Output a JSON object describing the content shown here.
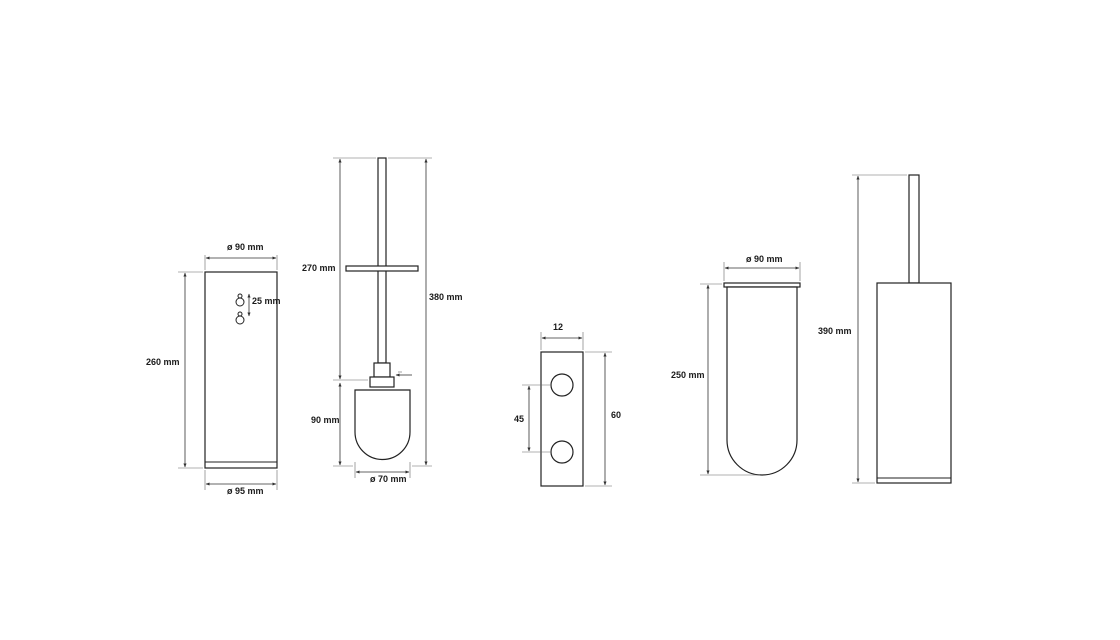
{
  "holder_front": {
    "diameter_top": "ø 90 mm",
    "hole_spacing": "25 mm",
    "height": "260 mm",
    "diameter_bottom": "ø 95 mm"
  },
  "brush": {
    "handle_length": "270 mm",
    "total_length": "380 mm",
    "head_height": "90 mm",
    "head_diameter": "ø 70 mm"
  },
  "bracket": {
    "width": "12",
    "hole_spacing": "45",
    "height": "60"
  },
  "insert": {
    "diameter": "ø 90 mm",
    "height": "250 mm"
  },
  "assembly": {
    "height": "390 mm"
  }
}
